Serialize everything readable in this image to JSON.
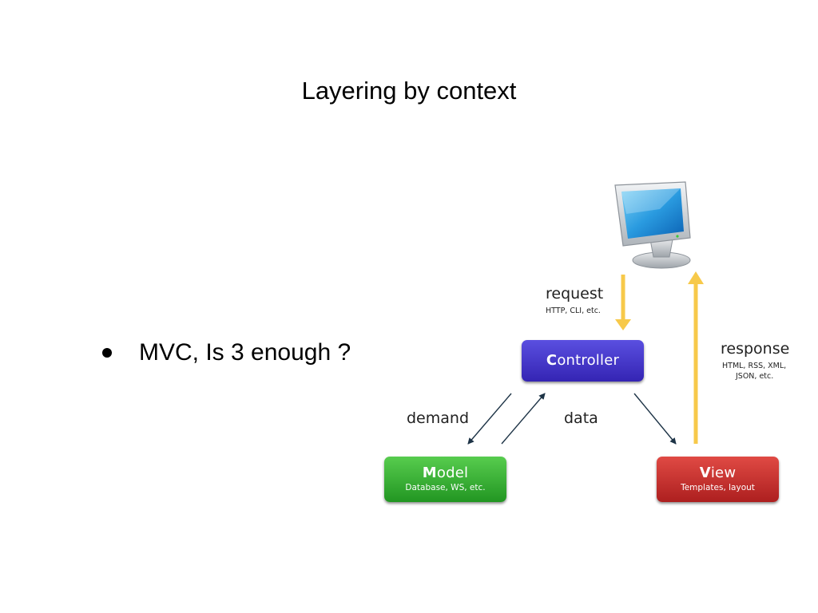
{
  "slide": {
    "title": "Layering by context",
    "bullets": [
      "MVC, Is 3 enough ?"
    ]
  },
  "diagram": {
    "controller": {
      "initial": "C",
      "rest": "ontroller"
    },
    "model": {
      "initial": "M",
      "rest": "odel",
      "subtitle": "Database, WS, etc."
    },
    "view": {
      "initial": "V",
      "rest": "iew",
      "subtitle": "Templates, layout"
    },
    "request": {
      "label": "request",
      "sublabel": "HTTP, CLI, etc."
    },
    "response": {
      "label": "response",
      "sublabel_line1": "HTML, RSS, XML,",
      "sublabel_line2": "JSON, etc."
    },
    "demand_label": "demand",
    "data_label": "data",
    "icon": "desktop-monitor-icon",
    "colors": {
      "controller": "#3f31c6",
      "model": "#33b032",
      "view": "#c42f2c",
      "arrow_yellow": "#f7c94a",
      "arrow_dark": "#1d3346"
    }
  }
}
